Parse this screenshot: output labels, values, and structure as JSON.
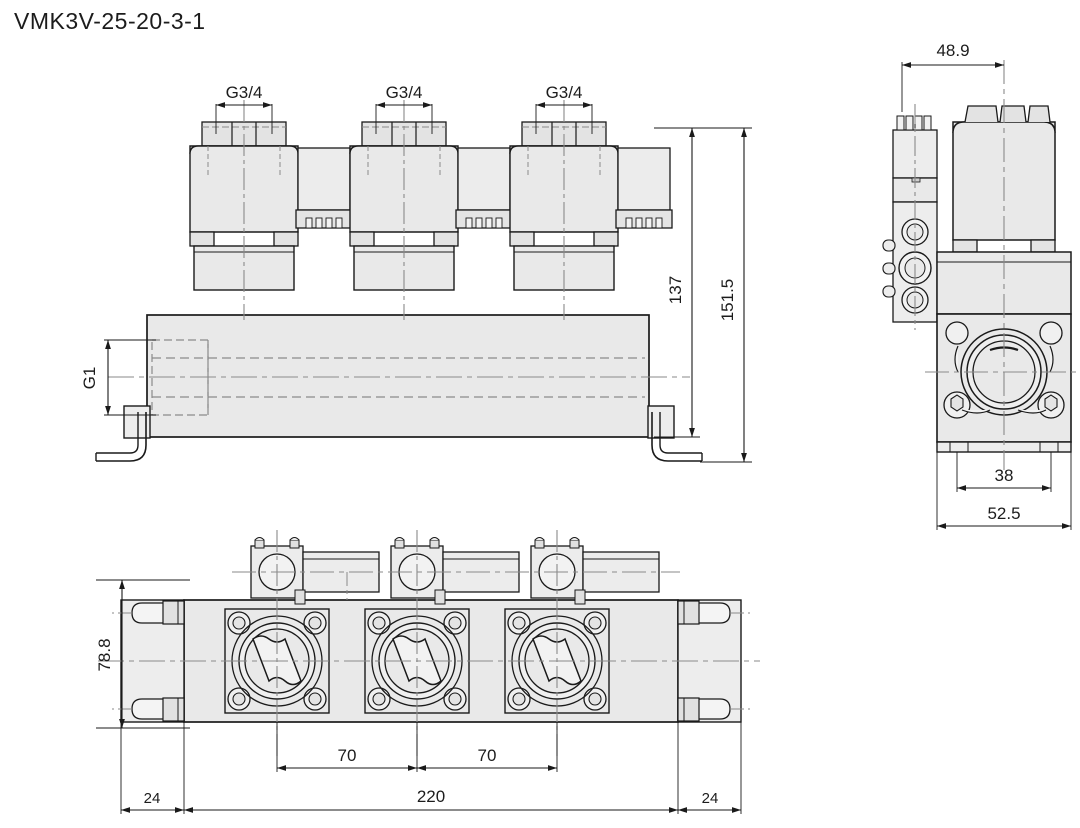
{
  "title": "VMK3V-25-20-3-1",
  "drawing": {
    "type": "technical-drawing",
    "subject": "3-station pneumatic solenoid valve manifold",
    "units": "mm",
    "views": [
      {
        "name": "front-elevation",
        "position": "top-left"
      },
      {
        "name": "right-side-elevation",
        "position": "top-right"
      },
      {
        "name": "top-plan-view",
        "position": "bottom-left"
      }
    ]
  },
  "dimensions": {
    "front_view": {
      "port_thread_1": "G3/4",
      "port_thread_2": "G3/4",
      "port_thread_3": "G3/4",
      "manifold_port": "G1",
      "height_to_valve_top": "137",
      "overall_height": "151.5"
    },
    "side_view": {
      "coil_offset": "48.9",
      "mount_width": "38",
      "body_width": "52.5"
    },
    "plan_view": {
      "body_depth": "78.8",
      "end_margin_left": "24",
      "station_pitch_1": "70",
      "station_pitch_2": "70",
      "overall_length": "220",
      "end_margin_right": "24"
    }
  },
  "colors": {
    "line": "#1a1a1a",
    "fill": "#e9e9e9",
    "fill_light": "#f2f2f2",
    "centerline": "#8a8a8a",
    "hidden": "#8a8a8a",
    "background": "#ffffff"
  }
}
